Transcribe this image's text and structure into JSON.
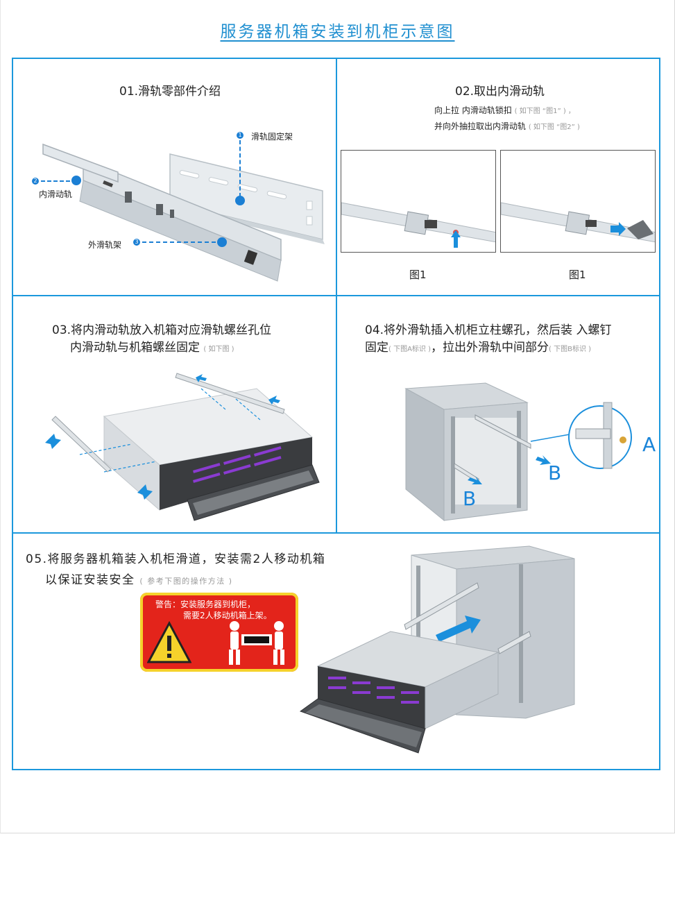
{
  "title": "服务器机箱安装到机柜示意图",
  "s1": {
    "title": "01.滑轨零部件介绍",
    "callouts": {
      "fixed_bracket": "滑轨固定架",
      "inner_rail": "内滑动轨",
      "outer_rail": "外滑轨架",
      "n1": "1",
      "n2": "2",
      "n3": "3"
    }
  },
  "s2": {
    "title": "02.取出内滑动轨",
    "line1": "向上拉 内滑动轨锁扣",
    "line1_note": "( 如下图 “图1” ) ，",
    "line2": "并向外抽拉取出内滑动轨",
    "line2_note": "( 如下图 “图2” )",
    "cap_left": "图1",
    "cap_right": "图1"
  },
  "s3": {
    "line1": "03.将内滑动轨放入机箱对应滑轨螺丝孔位",
    "line2": "内滑动轨与机箱螺丝固定",
    "line2_note": "( 如下图 )"
  },
  "s4": {
    "line1": "04.将外滑轨插入机柜立柱螺孔，然后装 入螺钉",
    "line2a": "固定",
    "note_a": "( 下图A标识 )",
    "line2b": "，拉出外滑轨中间部分",
    "note_b": "( 下图B标识 )",
    "label_a": "A",
    "label_b1": "B",
    "label_b2": "B"
  },
  "s5": {
    "line1": "05.将服务器机箱装入机柜滑道，安装需2人移动机箱",
    "line2": "以保证安装安全",
    "line2_note": "( 参考下图的操作方法 )",
    "warning_line1": "警告：安装服务器到机柜，",
    "warning_line2": "需要2人移动机箱上架。"
  },
  "colors": {
    "accent": "#1b98dc",
    "warning_red": "#e3241b",
    "warning_yellow": "#f5d22b",
    "handle_purple": "#8a3bd1"
  }
}
